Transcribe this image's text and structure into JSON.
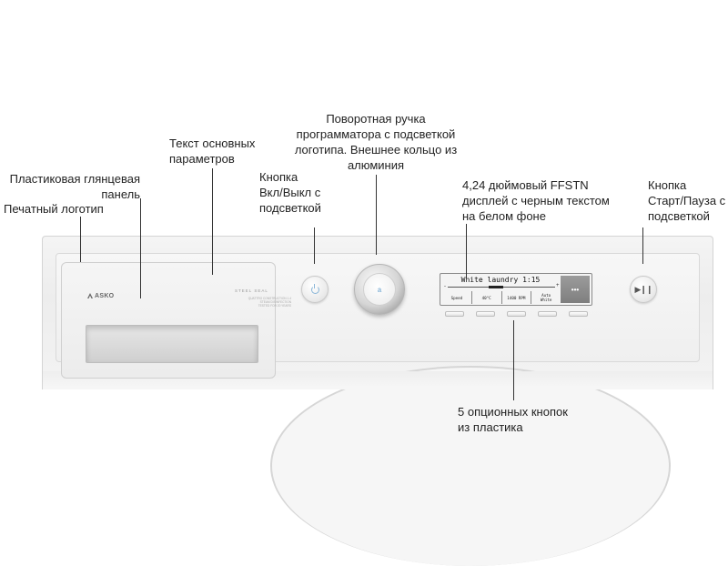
{
  "labels": {
    "knob": "Поворотная ручка\nпрограмматора с подсветкой\nлоготипа. Внешнее кольцо из\nалюминия",
    "params_text": "Текст основных\nпараметров",
    "glossy_panel": "Пластиковая глянцевая\nпанель",
    "printed_logo": "Печатный логотип",
    "power_button": "Кнопка\nВкл/Выкл с\nподсветкой",
    "display": "4,24 дюймовый FFSTN\nдисплей с черным текстом\nна белом фоне",
    "start_button": "Кнопка\nСтарт/Пауза с\nподсветкой",
    "option_buttons": "5 опционных кнопок\nиз пластика"
  },
  "machine": {
    "brand": "ASKO",
    "steel_seal": "STEEL SEAL",
    "spec_lines": [
      "QUATTRO CONSTRUCTION 1.4",
      "STEAM DISINFECTION",
      "TESTED FOR 20 YEARS"
    ],
    "knob_logo": "a"
  },
  "display": {
    "title": "White laundry 1:15",
    "minus": "-",
    "plus": "+",
    "options": [
      "Speed",
      "40°C",
      "1400 RPM",
      "Auto\nWhite"
    ],
    "more": "•••"
  },
  "colors": {
    "backlight": "#8ab6d8",
    "panel": "#efefef",
    "leader": "#333333"
  },
  "icons": {
    "power": "power-icon",
    "start": "play-pause-icon"
  }
}
